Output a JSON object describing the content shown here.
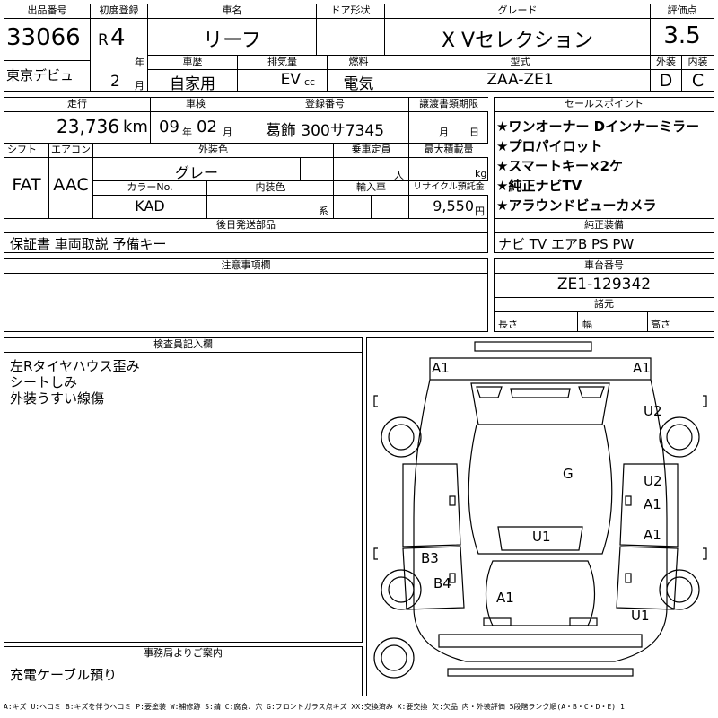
{
  "header": {
    "lot_label": "出品番号",
    "lot_number": "33066",
    "venue": "東京デビュ",
    "reg_label": "初度登録",
    "era": "R",
    "year": "4",
    "year_unit": "年",
    "month": "2",
    "month_unit": "月",
    "name_label": "車名",
    "car_name": "リーフ",
    "door_label": "ドア形状",
    "door_value": "",
    "grade_label": "グレード",
    "grade": "X Vセレクション",
    "score_label": "評価点",
    "score": "3.5",
    "history_label": "車歴",
    "history": "自家用",
    "displacement_label": "排気量",
    "displacement": "EV",
    "displacement_unit": "cc",
    "fuel_label": "燃料",
    "fuel": "電気",
    "model_label": "型式",
    "model_code": "ZAA-ZE1",
    "exterior_label": "外装",
    "exterior_grade": "D",
    "interior_label": "内装",
    "interior_grade": "C"
  },
  "details": {
    "mileage_label": "走行",
    "mileage": "23,736",
    "mileage_unit": "km",
    "inspection_label": "車検",
    "inspection_year": "09",
    "inspection_year_unit": "年",
    "inspection_month": "02",
    "inspection_month_unit": "月",
    "plate_label": "登録番号",
    "plate": "葛飾 300サ7345",
    "transfer_label": "譲渡書類期限",
    "transfer_month_unit": "月",
    "transfer_day_unit": "日",
    "shift_label": "シフト",
    "shift": "FAT",
    "ac_label": "エアコン",
    "ac": "AAC",
    "color_label": "外装色",
    "color": "グレー",
    "capacity_label": "乗車定員",
    "capacity_unit": "人",
    "load_label": "最大積載量",
    "load_unit": "kg",
    "color_no_label": "カラーNo.",
    "color_no": "KAD",
    "interior_color_label": "内装色",
    "interior_color_unit": "系",
    "import_label": "輸入車",
    "recycle_label": "リサイクル預託金",
    "recycle": "9,550",
    "recycle_unit": "円",
    "delivery_label": "後日発送部品",
    "delivery": "保証書 車両取説 予備キー"
  },
  "sales": {
    "label": "セールスポイント",
    "points": [
      "★ワンオーナー Dインナーミラー",
      "★プロパイロット",
      "★スマートキー×2ケ",
      "★純正ナビTV",
      "★アラウンドビューカメラ"
    ],
    "equipment_label": "純正装備",
    "equipment": "ナビ TV エアB PS PW"
  },
  "notes": {
    "caution_label": "注意事項欄",
    "caution": "",
    "chassis_label": "車台番号",
    "chassis": "ZE1-129342",
    "dims_label": "諸元",
    "length_label": "長さ",
    "width_label": "幅",
    "height_label": "高さ"
  },
  "inspector": {
    "label": "検査員記入欄",
    "lines": [
      "左Rタイヤハウス歪み",
      "シートしみ",
      "外装うすい線傷"
    ]
  },
  "office": {
    "label": "事務局よりご案内",
    "text": "充電ケーブル預り"
  },
  "diagram": {
    "marks": [
      "A1",
      "A1",
      "U2",
      "G",
      "U2",
      "A1",
      "U1",
      "A1",
      "B3",
      "B4",
      "A1",
      "U1"
    ]
  },
  "legend": "A:キズ U:ヘコミ B:キズを伴うヘコミ P:要塗装 W:補修跡 S:錆 C:腐食、穴 G:フロントガラス点キズ XX:交換済み X:要交換 欠:欠品 内・外装評価 5段階ランク順(A・B・C・D・E) 1"
}
